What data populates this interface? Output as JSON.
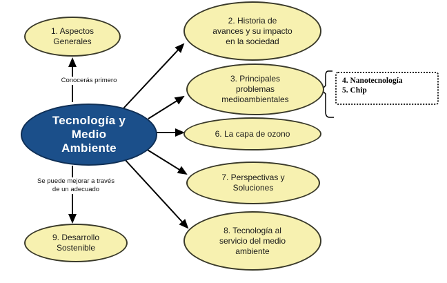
{
  "central": {
    "label": "Tecnología y\nMedio\nAmbiente"
  },
  "nodes": [
    {
      "id": "n1",
      "label": "1.  Aspectos\nGenerales"
    },
    {
      "id": "n2",
      "label": "2.  Historia de\navances y su impacto\nen la sociedad"
    },
    {
      "id": "n3",
      "label": "3.  Principales\nproblemas\nmedioambientales"
    },
    {
      "id": "n6",
      "label": "6.  La capa de ozono"
    },
    {
      "id": "n7",
      "label": "7.  Perspectivas y\nSoluciones"
    },
    {
      "id": "n8",
      "label": "8.  Tecnología al\nservicio del medio\nambiente"
    },
    {
      "id": "n9",
      "label": "9. Desarrollo\nSostenible"
    }
  ],
  "edge_labels": {
    "to_n1": "Conocerás primero",
    "to_n9": "Se puede mejorar a través\nde un adecuado"
  },
  "subtopics": [
    "4. Nanotecnología",
    "5. Chip"
  ]
}
